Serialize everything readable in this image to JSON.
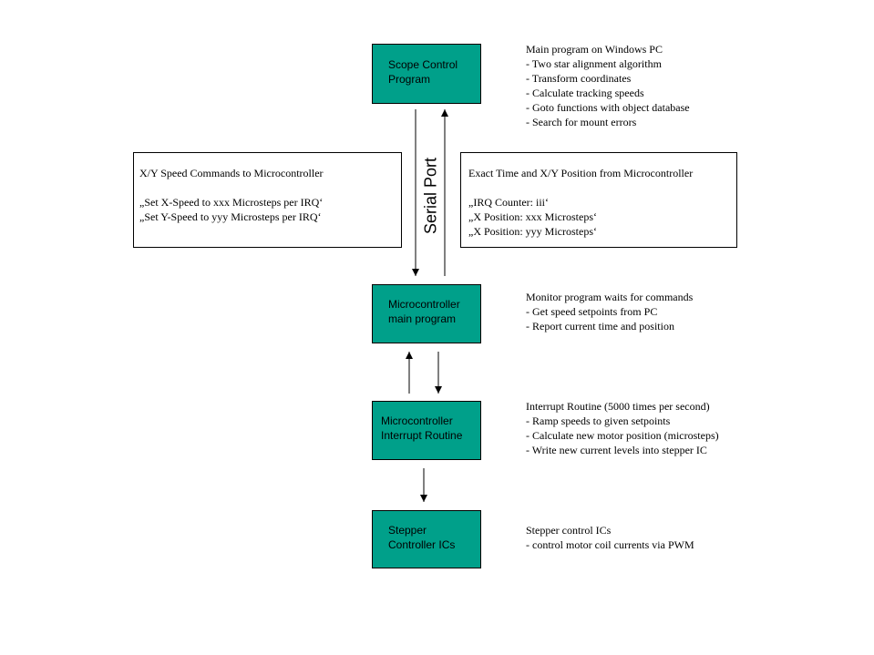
{
  "boxes": {
    "scope": [
      "Scope Control",
      "Program"
    ],
    "main": [
      "Microcontroller",
      "main program"
    ],
    "irq": [
      "Microcontroller",
      "Interrupt Routine"
    ],
    "stepper": [
      "Stepper",
      "Controller ICs"
    ]
  },
  "notes": {
    "scope": [
      "Main program on Windows PC",
      "- Two star alignment algorithm",
      "- Transform coordinates",
      "- Calculate tracking speeds",
      "- Goto functions with object database",
      "- Search for mount errors"
    ],
    "main": [
      "Monitor program waits for commands",
      "- Get speed setpoints from PC",
      "- Report current time and position"
    ],
    "irq": [
      "Interrupt Routine (5000 times per second)",
      "- Ramp speeds to given setpoints",
      "- Calculate new motor position (microsteps)",
      "- Write new current levels into stepper IC"
    ],
    "stepper": [
      "Stepper control ICs",
      "- control motor coil currents via PWM"
    ]
  },
  "serial_port": "Serial Port",
  "left_frame": {
    "title": "X/Y Speed Commands to Microcontroller",
    "lines": [
      "„Set X-Speed to xxx Microsteps per IRQ‘",
      "„Set Y-Speed to yyy Microsteps per IRQ‘"
    ]
  },
  "right_frame": {
    "title": "Exact Time and X/Y Position from Microcontroller",
    "lines": [
      "„IRQ Counter: iii‘",
      "„X Position: xxx Microsteps‘",
      "„X Position: yyy Microsteps‘"
    ]
  },
  "colors": {
    "box_fill": "#00a08a",
    "line": "#000000"
  }
}
